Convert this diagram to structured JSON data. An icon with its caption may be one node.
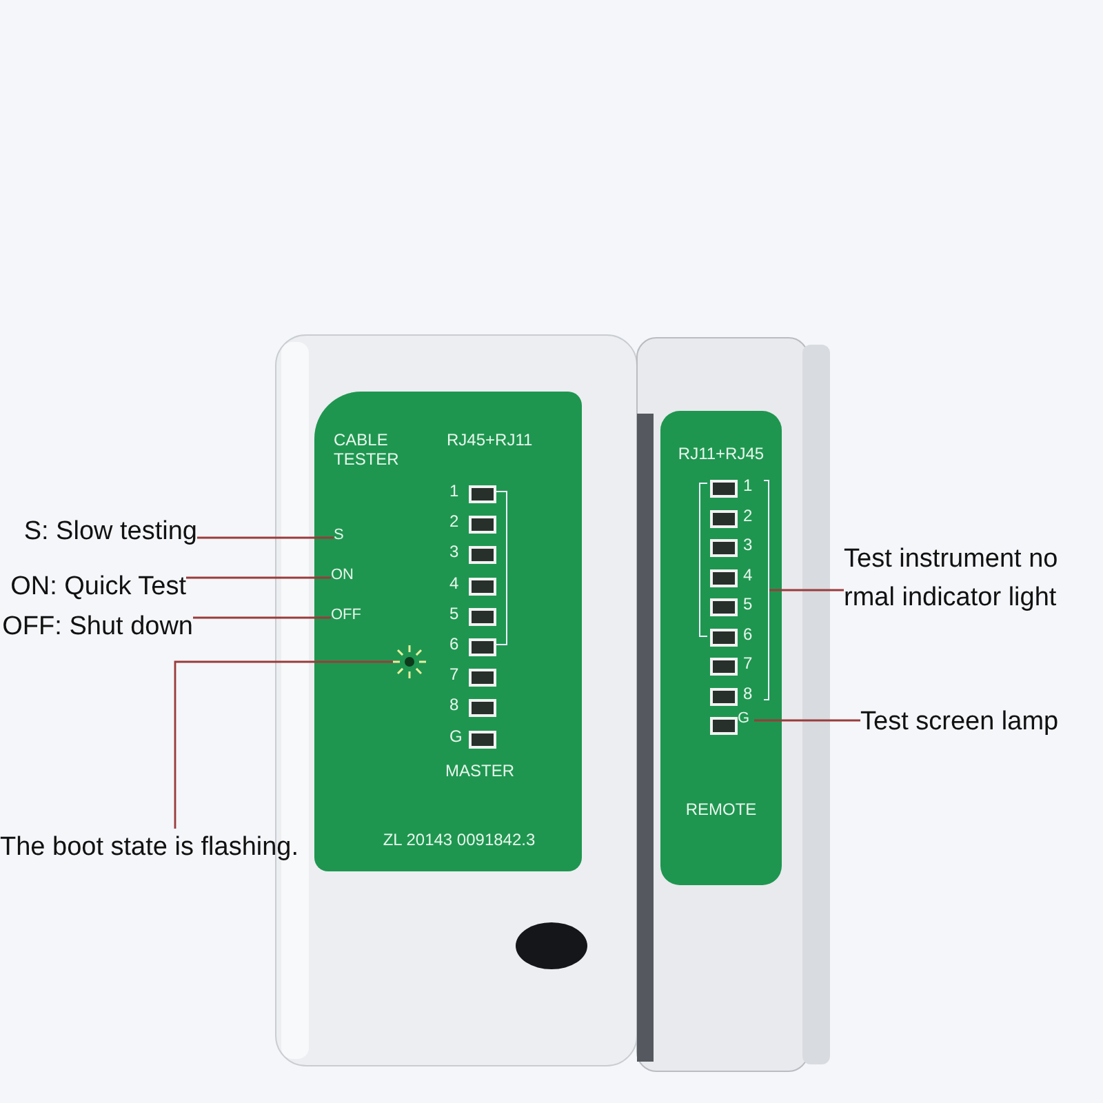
{
  "diagram": {
    "nodes": [
      {
        "text": [
          "CABLE TESTER",
          "RJ45+RJ11",
          "MASTER",
          "ZL 20143 0091842.3"
        ]
      },
      {
        "text": [
          "S"
        ],
        "in": 0
      },
      {
        "text": [
          "ON"
        ],
        "in": 0
      },
      {
        "text": [
          "OFF"
        ],
        "in": 0
      },
      {
        "text": [],
        "shape": "circle",
        "in": 0
      },
      {
        "text": [
          "RJ11+RJ45",
          "REMOTE"
        ]
      },
      {
        "text": [],
        "shape": "bar",
        "in": 5
      },
      {
        "text": [
          "G"
        ],
        "in": 5
      },
      {
        "text": [
          "S: Slow testing"
        ]
      },
      {
        "text": [
          "ON: Quick Test"
        ]
      },
      {
        "text": [
          "OFF: Shut down"
        ]
      },
      {
        "text": [
          "The boot state is flashing."
        ]
      },
      {
        "text": [
          "Test instrument no rmal indicator light"
        ]
      },
      {
        "text": [
          "Test screen lamp"
        ]
      }
    ],
    "edges": [
      {
        "from": 8,
        "to": 1,
        "arrow": "none"
      },
      {
        "from": 9,
        "to": 2,
        "arrow": "none"
      },
      {
        "from": 10,
        "to": 3,
        "arrow": "none"
      },
      {
        "from": 11,
        "to": 4,
        "arrow": "none"
      },
      {
        "from": 12,
        "to": 6,
        "arrow": "none"
      },
      {
        "from": 13,
        "to": 7,
        "arrow": "none"
      }
    ],
    "labels": [
      "1",
      "2",
      "3",
      "4",
      "5",
      "6",
      "7",
      "8",
      "G",
      "1",
      "2",
      "3",
      "4",
      "5",
      "6",
      "7",
      "8"
    ]
  }
}
